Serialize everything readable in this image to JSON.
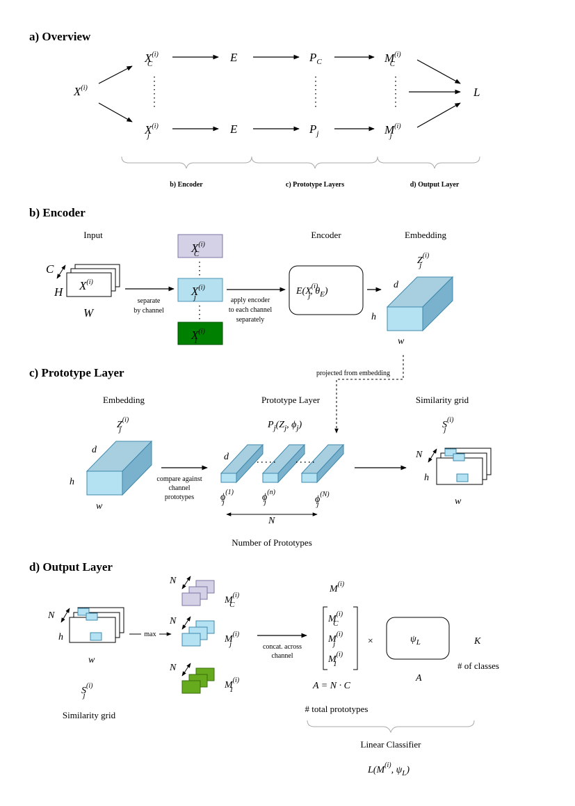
{
  "sections": {
    "overview": "a) Overview",
    "encoder": "b) Encoder",
    "prototype": "c) Prototype Layer",
    "output": "d) Output Layer"
  },
  "overview": {
    "input": "X",
    "encoder_top": "E",
    "encoder_bottom": "E",
    "loss": "L",
    "brace_encoder": "b) Encoder",
    "brace_prototype": "c) Prototype Layers",
    "brace_output": "d) Output Layer"
  },
  "encoder": {
    "input_title": "Input",
    "dim_c": "C",
    "dim_h": "H",
    "dim_w": "W",
    "separate_label_1": "separate",
    "separate_label_2": "by channel",
    "apply_label_1": "apply encoder",
    "apply_label_2": "to each channel",
    "apply_label_3": "separately",
    "encoder_title": "Encoder",
    "embedding_title": "Embedding",
    "dim_d": "d",
    "dim_h_small": "h",
    "dim_w_small": "w",
    "projected_label": "projected from embedding"
  },
  "prototype": {
    "embedding_title": "Embedding",
    "layer_title": "Prototype Layer",
    "grid_title": "Similarity grid",
    "compare_1": "compare against",
    "compare_2": "channel",
    "compare_3": "prototypes",
    "dim_n": "N",
    "num_prototypes": "Number of Prototypes",
    "dim_d": "d",
    "dim_h": "h",
    "dim_w": "w"
  },
  "output": {
    "dim_n": "N",
    "dim_h": "h",
    "dim_w": "w",
    "max_label": "max",
    "grid_title": "Similarity grid",
    "concat_1": "concat. across",
    "concat_2": "channel",
    "times": "×",
    "psi": "ψ",
    "psi_sub": "L",
    "k": "K",
    "num_classes": "# of classes",
    "a_label": "A",
    "a_eq": "A = N · C",
    "total_prototypes": "# total prototypes",
    "linear_classifier": "Linear Classifier"
  },
  "colors": {
    "purple": "#d4d0e6",
    "blue": "#b5e0f0",
    "green_dark": "#008000",
    "green_light": "#66aa1e",
    "block_top": "#a8cfe0",
    "block_side": "#7ab1cc",
    "block_front": "#b5e2f3"
  }
}
